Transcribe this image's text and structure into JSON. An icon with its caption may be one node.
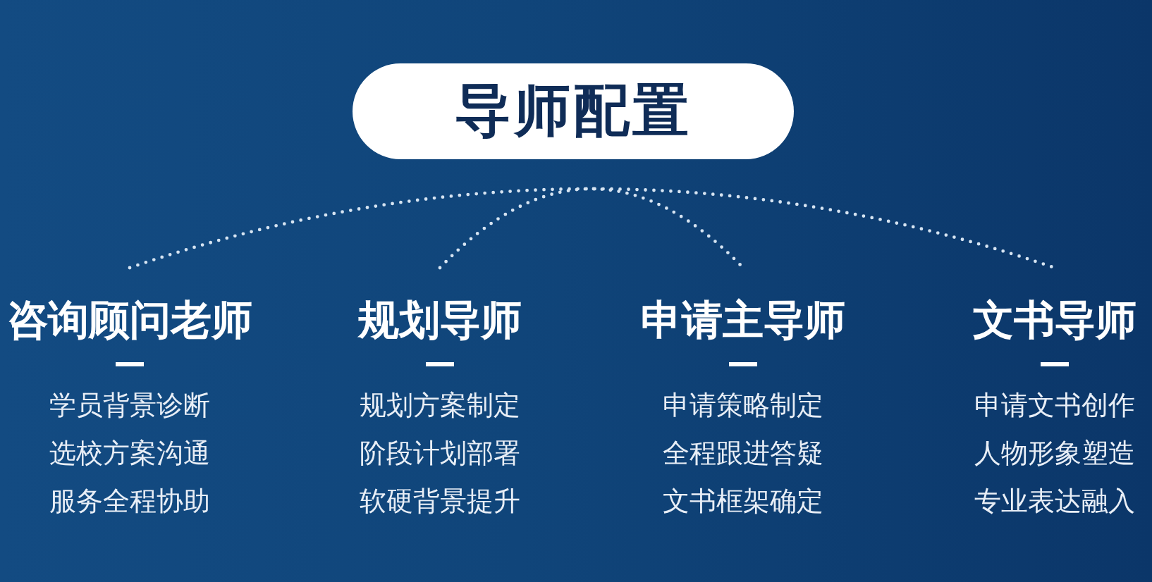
{
  "diagram": {
    "nodes": [
      {
        "text": [
          "导师配置"
        ]
      },
      {
        "text": [
          "咨询顾问老师",
          "学员背景诊断",
          "选校方案沟通",
          "服务全程协助"
        ]
      },
      {
        "text": [
          "规划导师",
          "规划方案制定",
          "阶段计划部署",
          "软硬背景提升"
        ]
      },
      {
        "text": [
          "申请主导师",
          "申请策略制定",
          "全程跟进答疑",
          "文书框架确定"
        ]
      },
      {
        "text": [
          "文书导师",
          "申请文书创作",
          "人物形象塑造",
          "专业表达融入"
        ]
      }
    ],
    "edges": [
      {
        "from": 1,
        "to": 4,
        "arrow": "none",
        "style": "dashed"
      },
      {
        "from": 2,
        "to": 3,
        "arrow": "none",
        "style": "dashed"
      }
    ]
  }
}
